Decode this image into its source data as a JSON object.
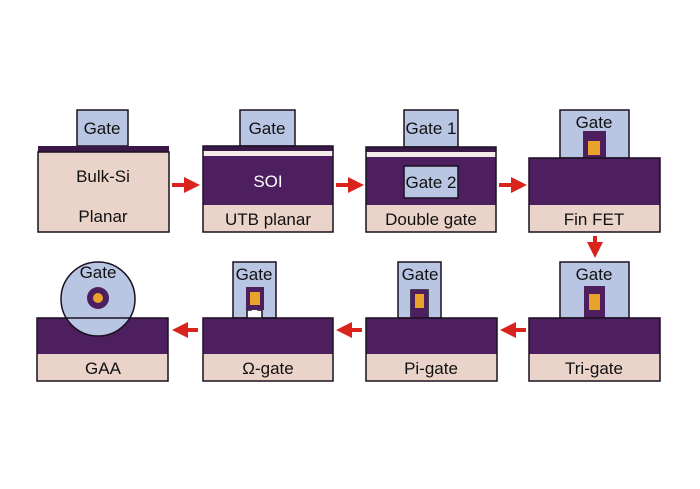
{
  "colors": {
    "gate": "#b9c6e3",
    "substrate": "#4d1f5e",
    "bulk": "#ead3c8",
    "label_bg": "#ead3c8",
    "fin": "#e9a32a",
    "arrow": "#d8241c",
    "outline": "#1a1020"
  },
  "panels": [
    {
      "name": "Planar",
      "gate": "Gate",
      "body": "Bulk-Si"
    },
    {
      "name": "UTB planar",
      "gate": "Gate",
      "body": "SOI"
    },
    {
      "name": "Double gate",
      "gate": "Gate 1",
      "gate2": "Gate 2"
    },
    {
      "name": "Fin FET",
      "gate": "Gate"
    },
    {
      "name": "Tri-gate",
      "gate": "Gate"
    },
    {
      "name": "Pi-gate",
      "gate": "Gate"
    },
    {
      "name": "Ω-gate",
      "gate": "Gate"
    },
    {
      "name": "GAA",
      "gate": "Gate"
    }
  ],
  "arrows": [
    "right",
    "right",
    "right",
    "down",
    "left",
    "left",
    "left"
  ]
}
